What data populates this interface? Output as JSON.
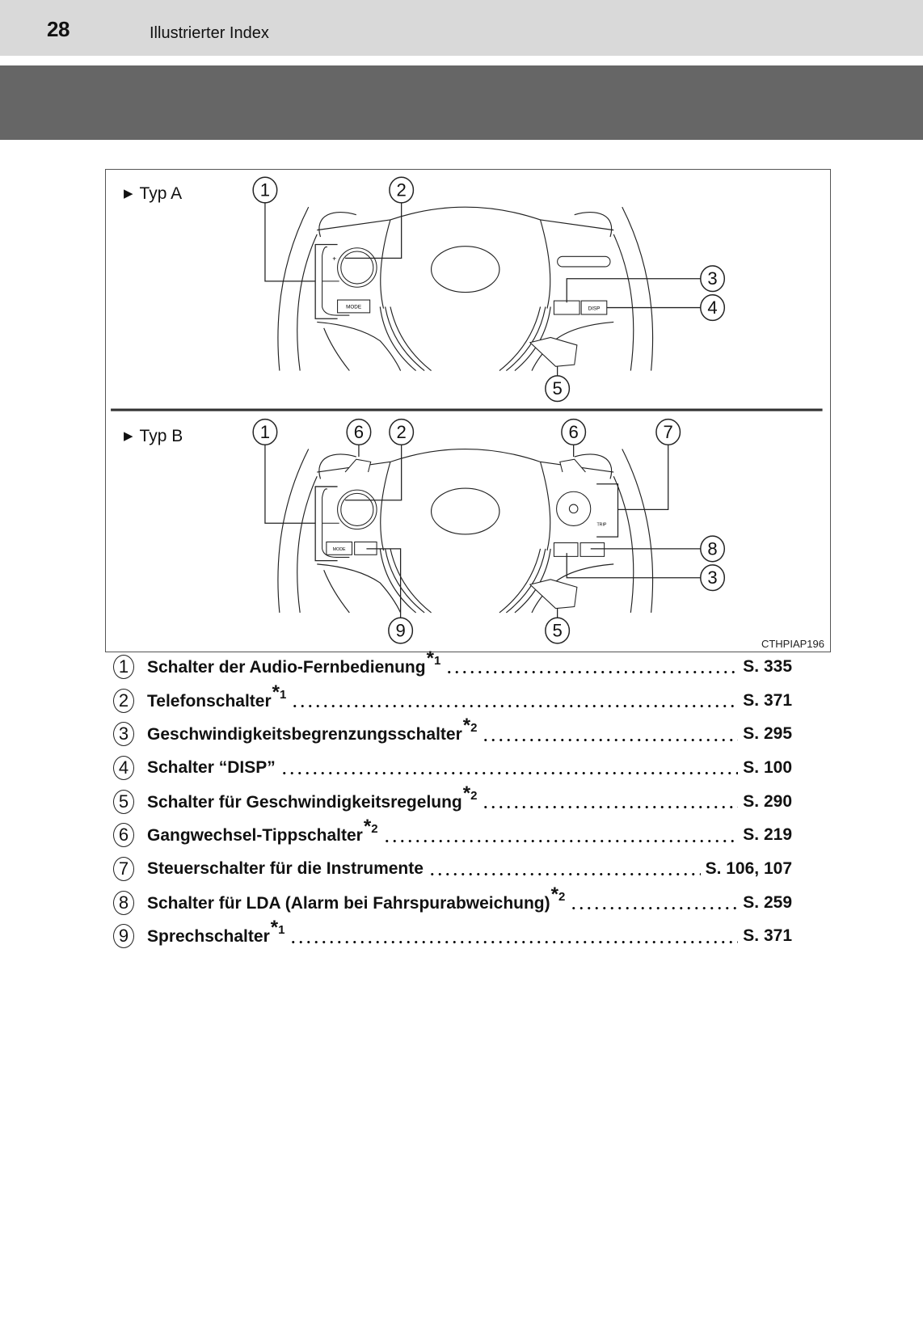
{
  "header": {
    "page_number": "28",
    "section_title": "Illustrierter Index"
  },
  "figure": {
    "type_a_label": "Typ A",
    "type_b_label": "Typ B",
    "figure_code": "CTHPIAP196",
    "button_labels": {
      "mode": "MODE",
      "disp": "DISP",
      "trip": "TRIP"
    },
    "callouts_a": [
      "1",
      "2",
      "3",
      "4",
      "5"
    ],
    "callouts_b": [
      "1",
      "6",
      "2",
      "6",
      "7",
      "8",
      "3",
      "9",
      "5"
    ]
  },
  "items": [
    {
      "num": "1",
      "label": "Schalter der Audio-Fernbedienung",
      "note": "1",
      "page": "S. 335"
    },
    {
      "num": "2",
      "label": "Telefonschalter",
      "note": "1",
      "page": "S. 371"
    },
    {
      "num": "3",
      "label": "Geschwindigkeitsbegrenzungsschalter",
      "note": "2",
      "page": "S. 295"
    },
    {
      "num": "4",
      "label": "Schalter “DISP”",
      "note": "",
      "page": "S. 100"
    },
    {
      "num": "5",
      "label": "Schalter für Geschwindigkeitsregelung",
      "note": "2",
      "page": "S. 290"
    },
    {
      "num": "6",
      "label": "Gangwechsel-Tippschalter",
      "note": "2",
      "page": "S. 219"
    },
    {
      "num": "7",
      "label": "Steuerschalter für die Instrumente",
      "note": "",
      "page": "S. 106, 107"
    },
    {
      "num": "8",
      "label": "Schalter für LDA (Alarm bei Fahrspurabweichung)",
      "note": "2",
      "page": "S. 259"
    },
    {
      "num": "9",
      "label": "Sprechschalter",
      "note": "1",
      "page": "S. 371"
    }
  ]
}
